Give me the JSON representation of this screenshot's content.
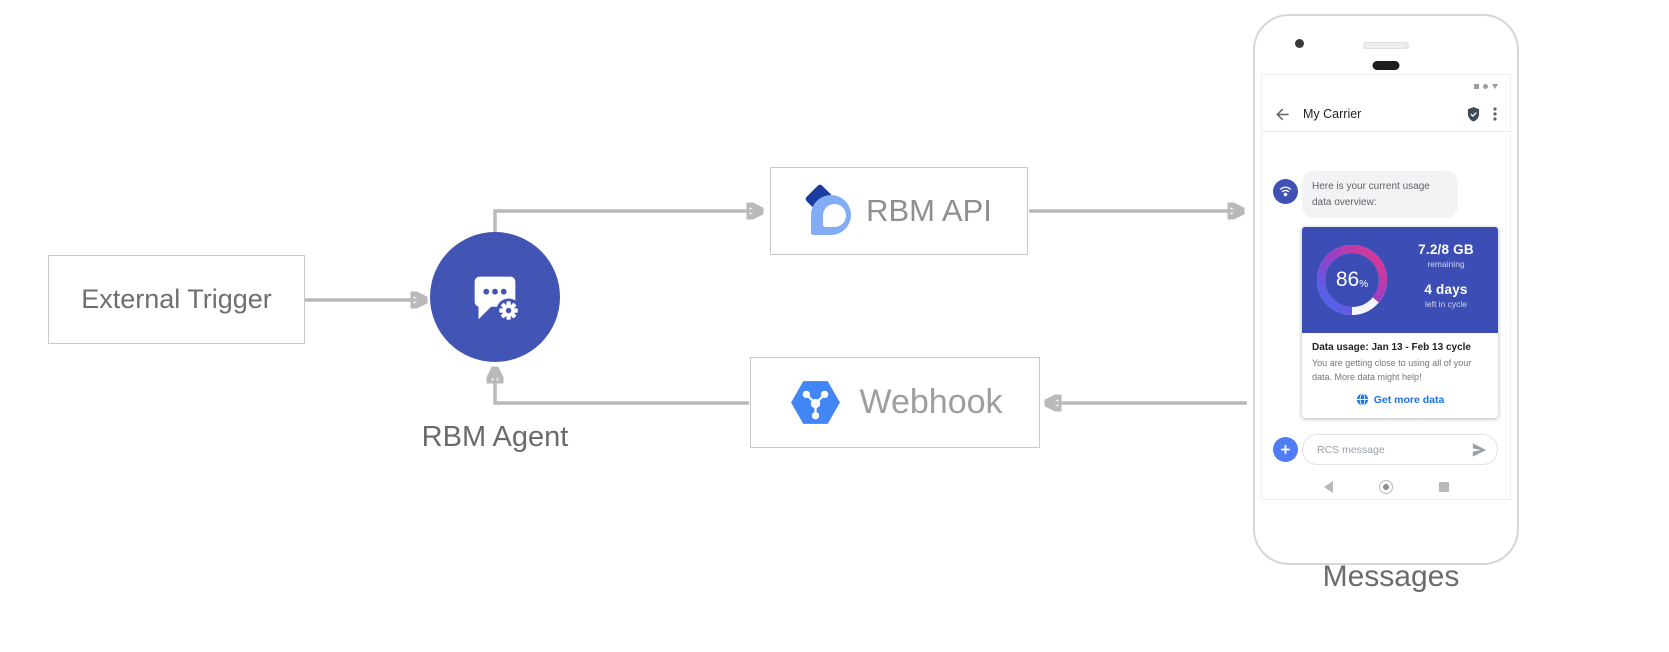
{
  "colors": {
    "agent_blue": "#4355b4",
    "card_blue": "#3c4eb5",
    "hexagon_blue": "#4285f4",
    "link_blue": "#1a73e8",
    "arrow_gray": "#b9b9b9",
    "gauge_gradient": [
      "#3d6bf5",
      "#9640c9",
      "#ea3487"
    ]
  },
  "diagram": {
    "external_trigger": "External Trigger",
    "rbm_agent": "RBM Agent",
    "rbm_api": "RBM API",
    "webhook": "Webhook",
    "messages": "Messages"
  },
  "phone": {
    "header": {
      "title": "My Carrier"
    },
    "chat": {
      "greeting": "Here is your current usage data overview:"
    },
    "usage_card": {
      "percent": "86",
      "percent_sign": "%",
      "remaining_value": "7.2/8 GB",
      "remaining_label": "remaining",
      "days_value": "4 days",
      "days_label": "left in cycle",
      "details_title": "Data usage: Jan 13 - Feb 13 cycle",
      "details_body": "You are getting close to using all of your data. More data might help!",
      "action_label": "Get more data"
    },
    "composer": {
      "placeholder": "RCS message"
    }
  }
}
